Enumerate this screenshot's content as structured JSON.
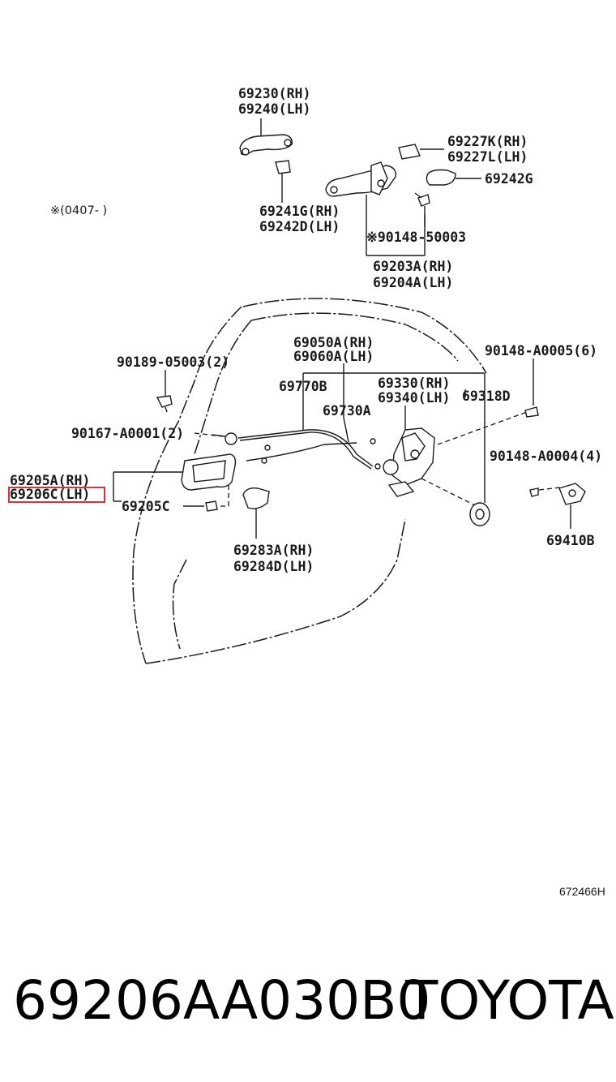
{
  "note": "※(0407-        )",
  "labels": {
    "l1a": "69230(RH)",
    "l1b": "69240(LH)",
    "l2a": "69227K(RH)",
    "l2b": "69227L(LH)",
    "l3": "69242G",
    "l4a": "69241G(RH)",
    "l4b": "69242D(LH)",
    "l5": "※90148-50003",
    "l6a": "69203A(RH)",
    "l6b": "69204A(LH)",
    "l7a": "69050A(RH)",
    "l7b": "69060A(LH)",
    "l8": "90148-A0005(6)",
    "l9": "90189-05003(2)",
    "l10": "69770B",
    "l11a": "69330(RH)",
    "l11b": "69340(LH)",
    "l12": "69318D",
    "l13": "69730A",
    "l14": "90167-A0001(2)",
    "l15": "90148-A0004(4)",
    "l16a": "69205A(RH)",
    "l16b": "69206C(LH)",
    "l17": "69205C",
    "l18": "69410B",
    "l19a": "69283A(RH)",
    "l19b": "69284D(LH)"
  },
  "ref_code": "672466H",
  "footer": {
    "part_number": "69206AA030B0",
    "brand": "TOYOTA"
  },
  "highlight_color": "#d9323a"
}
